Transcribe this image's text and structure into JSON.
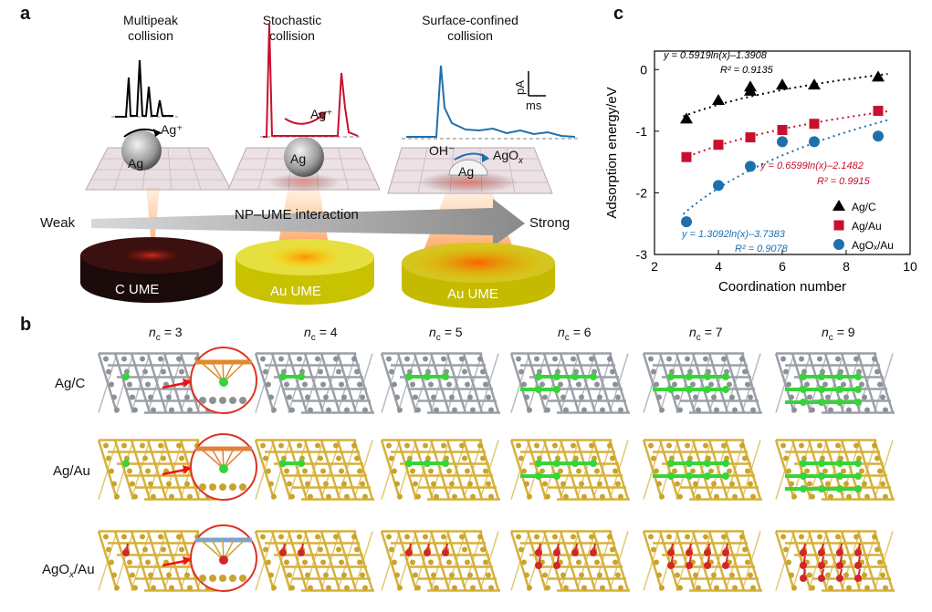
{
  "panels": {
    "a": {
      "letter": "a",
      "titles": [
        [
          "Multipeak",
          "collision"
        ],
        [
          "Stochastic",
          "collision"
        ],
        [
          "Surface-confined",
          "collision"
        ]
      ],
      "ag_label": "Ag",
      "ion": "Ag⁺",
      "oh": "OH⁻",
      "agox": "AgO",
      "agox_sub": "x",
      "scale_v": "pA",
      "scale_h": "ms",
      "arrow_left": "Weak",
      "arrow_mid": "NP–UME interaction",
      "arrow_right": "Strong",
      "electrodes": [
        "C UME",
        "Au UME",
        "Au UME"
      ]
    },
    "b": {
      "letter": "b",
      "nc_values": [
        "3",
        "4",
        "5",
        "6",
        "7",
        "9"
      ],
      "nc_symbol": "n",
      "nc_sub": "c",
      "rows": [
        "Ag/C",
        "Ag/Au",
        "AgO"
      ],
      "row3_sub": "x",
      "row3_suffix": "/Au"
    },
    "c": {
      "letter": "c"
    }
  },
  "chart_data": {
    "type": "scatter",
    "xlabel": "Coordination number",
    "ylabel": "Adsorption energy/eV",
    "xlim": [
      2,
      10
    ],
    "ylim": [
      -3,
      0.3
    ],
    "xticks": [
      2,
      4,
      6,
      8,
      10
    ],
    "yticks": [
      0,
      -1,
      -2,
      -3
    ],
    "legend_position": "bottom-right",
    "series": [
      {
        "name": "Ag/C",
        "marker": "triangle",
        "color": "#000000",
        "x": [
          3,
          4,
          5,
          5,
          6,
          7,
          9
        ],
        "y": [
          -0.8,
          -0.5,
          -0.28,
          -0.35,
          -0.25,
          -0.25,
          -0.12
        ],
        "fit": {
          "a": 0.5919,
          "b": -1.3908
        },
        "equation": "y = 0.5919ln(x)–1.3908",
        "r2": "R² = 0.9135"
      },
      {
        "name": "Ag/Au",
        "marker": "square",
        "color": "#c8102e",
        "x": [
          3,
          4,
          5,
          6,
          7,
          9
        ],
        "y": [
          -1.42,
          -1.22,
          -1.1,
          -0.98,
          -0.88,
          -0.67
        ],
        "fit": {
          "a": 0.6599,
          "b": -2.1482
        },
        "equation": "y = 0.6599ln(x)–2.1482",
        "r2": "R² = 0.9915"
      },
      {
        "name": "AgOₓ/Au",
        "marker": "circle",
        "color": "#1f6fad",
        "x": [
          3,
          4,
          5,
          6,
          7,
          9
        ],
        "y": [
          -2.47,
          -1.88,
          -1.57,
          -1.17,
          -1.17,
          -1.08
        ],
        "fit": {
          "a": 1.3092,
          "b": -3.7383
        },
        "equation": "y = 1.3092ln(x)–3.7383",
        "r2": "R² = 0.9078"
      }
    ]
  }
}
